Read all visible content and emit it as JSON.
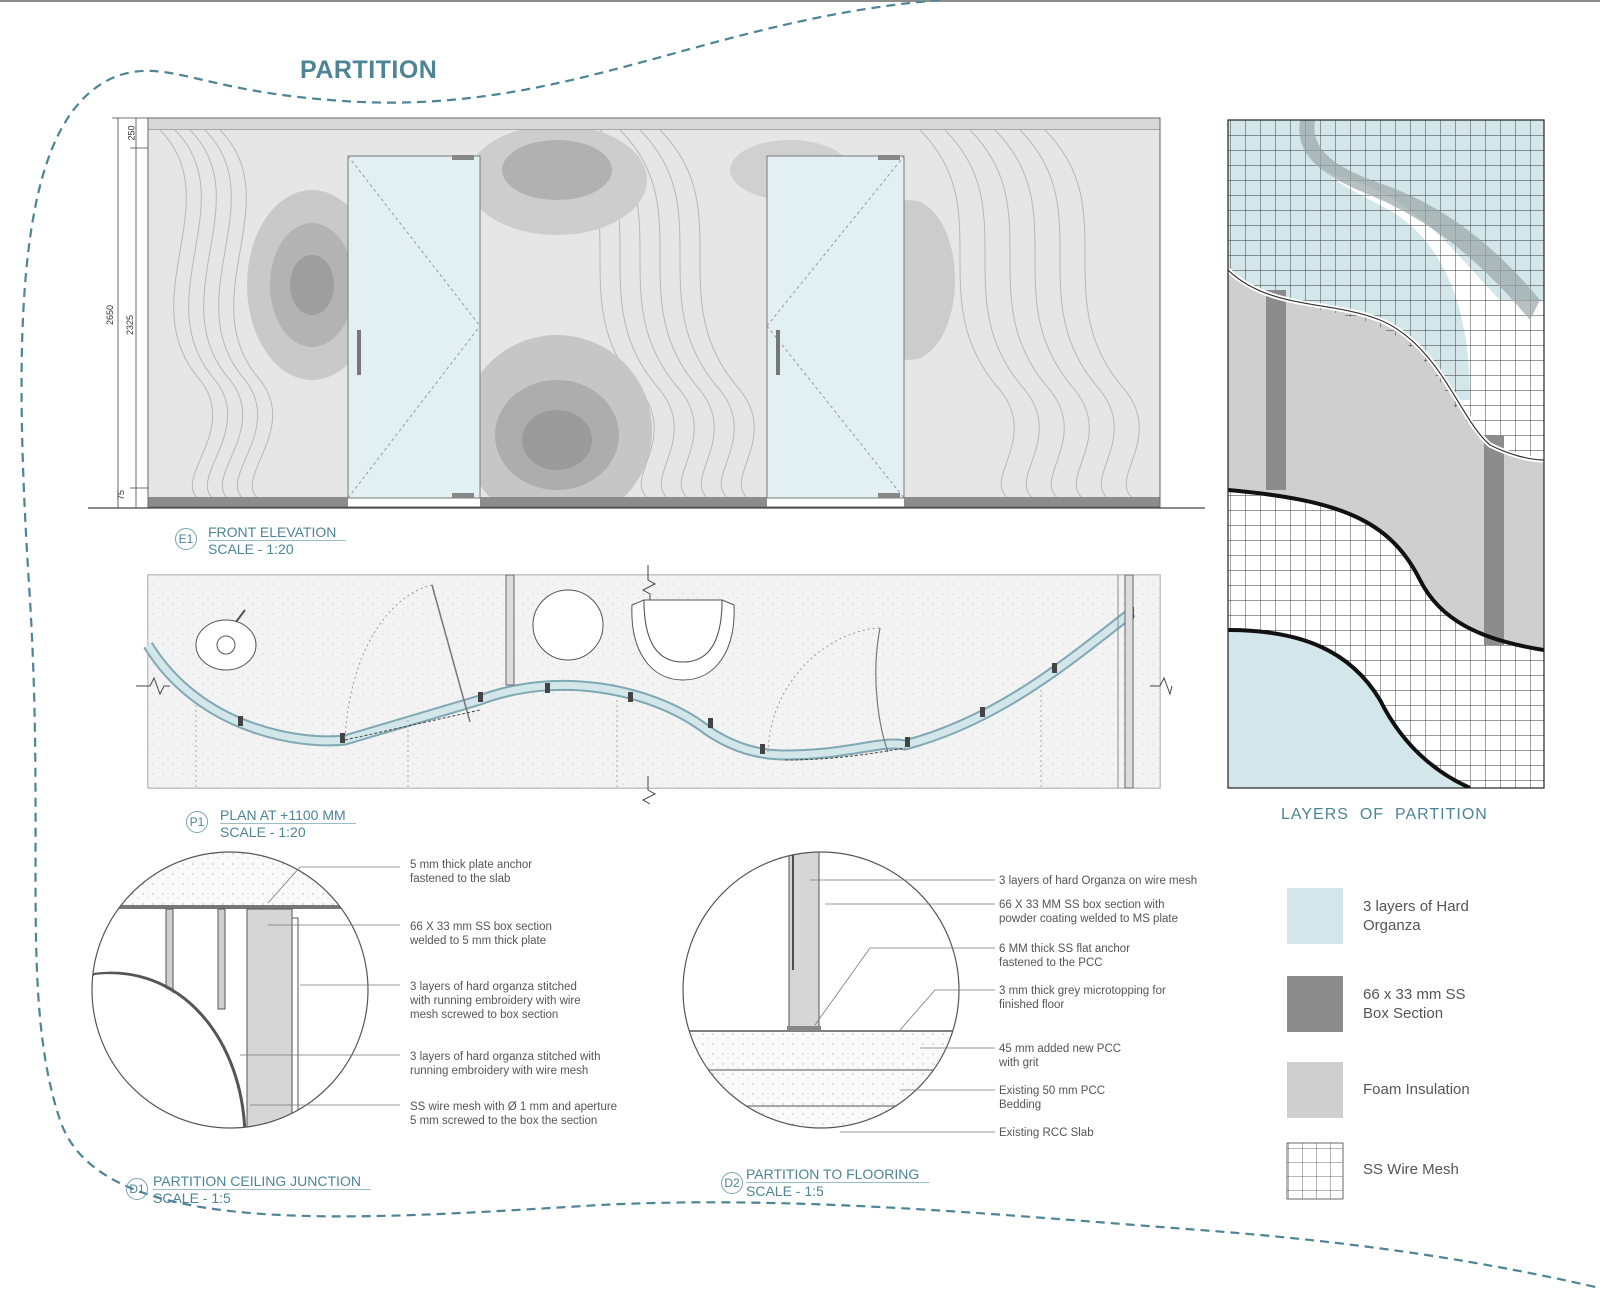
{
  "title": "PARTITION",
  "elevation": {
    "id": "E1",
    "title": "FRONT ELEVATION",
    "scale": "SCALE - 1:20",
    "dims": {
      "top": "250",
      "overall": "2650",
      "door": "2325",
      "base": "75"
    }
  },
  "plan": {
    "id": "P1",
    "title": "PLAN AT +1100 MM",
    "scale": "SCALE - 1:20"
  },
  "layers_caption": "LAYERS  OF  PARTITION",
  "detail1": {
    "id": "D1",
    "title": "PARTITION CEILING JUNCTION",
    "scale": "SCALE - 1:5",
    "notes": [
      "5 mm thick plate anchor\nfastened to the slab",
      "66 X 33 mm SS box section\nwelded to 5 mm thick plate",
      "3 layers of hard organza stitched\nwith running embroidery with wire\nmesh screwed to box section",
      "3 layers of hard organza stitched with\nrunning embroidery with wire mesh",
      "SS wire mesh with Ø 1 mm and aperture\n5 mm screwed to the box the section"
    ]
  },
  "detail2": {
    "id": "D2",
    "title": "PARTITION TO FLOORING",
    "scale": "SCALE - 1:5",
    "notes": [
      "3 layers of hard Organza on wire mesh",
      "66 X 33 MM SS box section with\npowder coating welded to MS plate",
      "6 MM thick SS flat anchor\nfastened to the PCC",
      "3 mm thick grey microtopping for\nfinished floor",
      "45 mm added new PCC\nwith grit",
      "Existing 50 mm PCC\nBedding",
      "Existing RCC Slab"
    ]
  },
  "legend": [
    {
      "label": "3 layers of Hard\nOrganza",
      "color": "#d3e6ea",
      "icon": "organza-swatch"
    },
    {
      "label": "66 x 33 mm SS\nBox Section",
      "color": "#8c8c8c",
      "icon": "box-section-swatch"
    },
    {
      "label": "Foam Insulation",
      "color": "#cfcfcf",
      "icon": "foam-swatch"
    },
    {
      "label": "SS Wire Mesh",
      "color": "#ffffff",
      "icon": "wire-mesh-swatch"
    }
  ],
  "colors": {
    "accent": "#4d8496",
    "organza": "#d3e6ea",
    "box": "#8c8c8c",
    "foam": "#cfcfcf",
    "dashed_border": "#4d8496"
  }
}
